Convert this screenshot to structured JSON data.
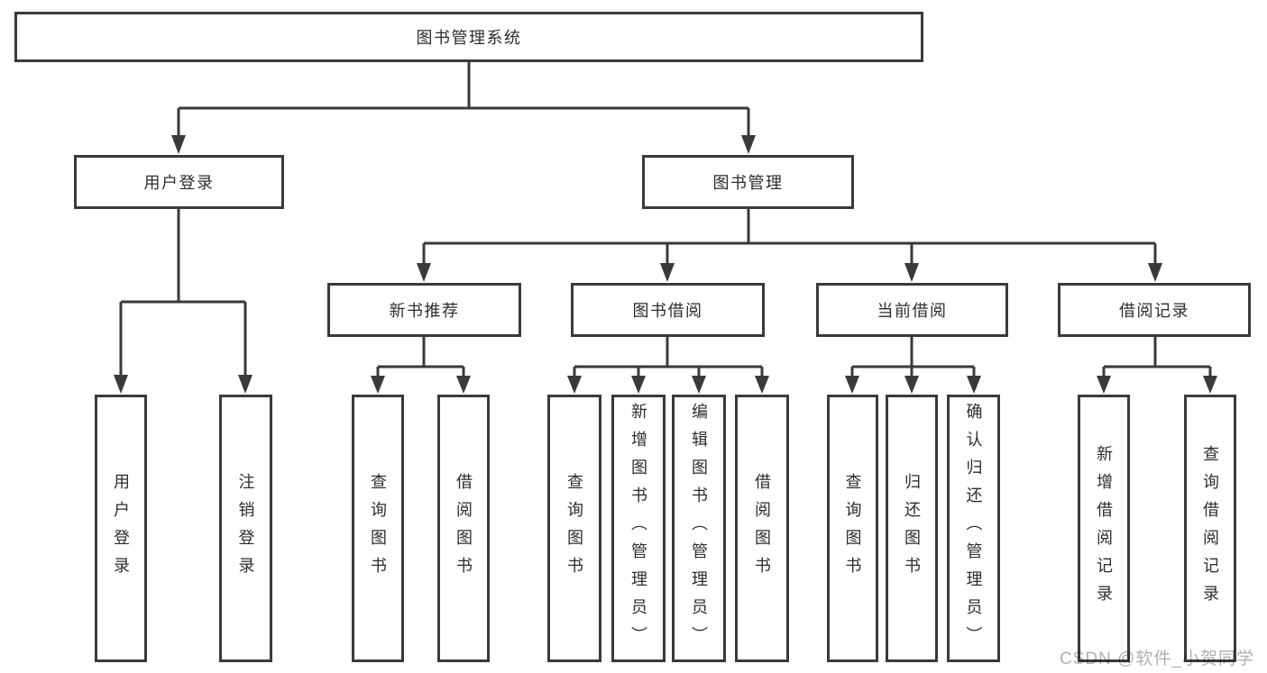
{
  "colors": {
    "line": "#3a3a3a",
    "box_border": "#3a3a3a",
    "text": "#2d2d2d",
    "watermark": "#b0b0b0",
    "background": "#ffffff"
  },
  "diagram": {
    "title": "图书管理系统",
    "level2": [
      {
        "label": "用户登录"
      },
      {
        "label": "图书管理"
      }
    ],
    "level3": [
      {
        "label": "新书推荐"
      },
      {
        "label": "图书借阅"
      },
      {
        "label": "当前借阅"
      },
      {
        "label": "借阅记录"
      }
    ],
    "leaves": {
      "user_login": [
        "用户登录",
        "注销登录"
      ],
      "new_books": [
        "查询图书",
        "借阅图书"
      ],
      "borrow": [
        "查询图书",
        "新增图书（管理员）",
        "编辑图书（管理员）",
        "借阅图书"
      ],
      "current": [
        "查询图书",
        "归还图书",
        "确认归还（管理员）"
      ],
      "records": [
        "新增借阅记录",
        "查询借阅记录"
      ]
    }
  },
  "watermark": {
    "text": "CSDN @软件_小贺同学"
  }
}
